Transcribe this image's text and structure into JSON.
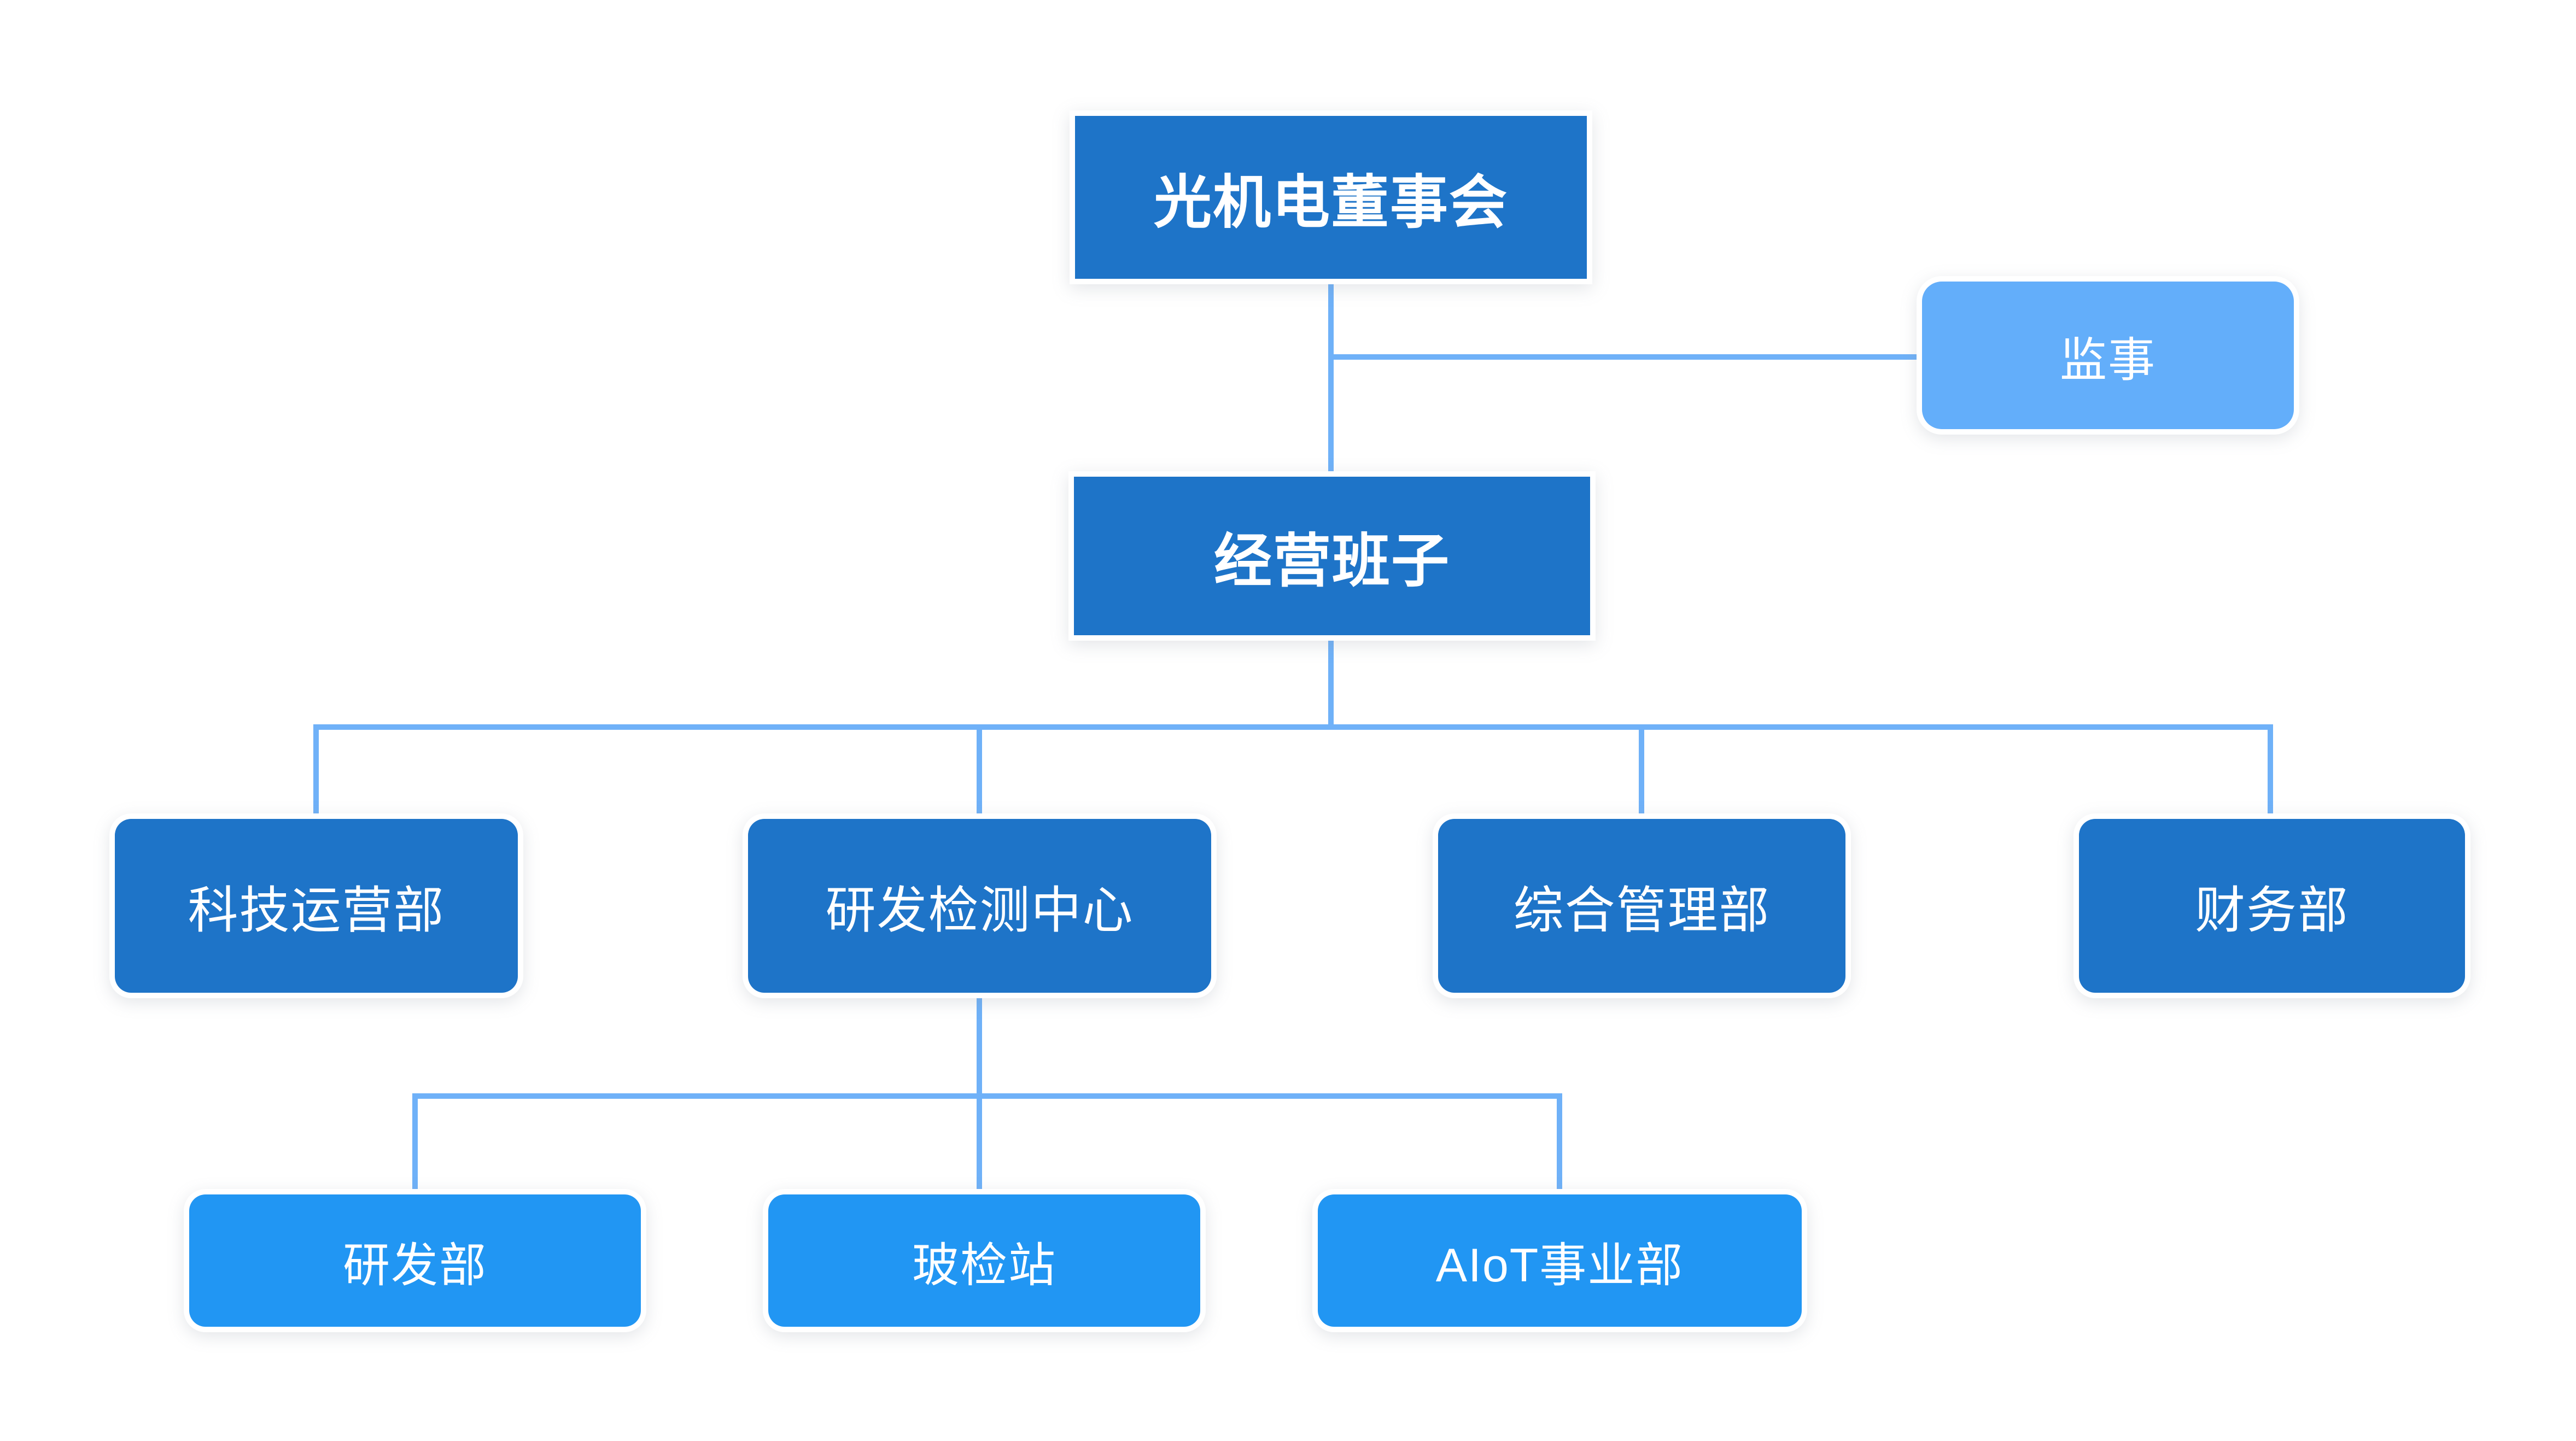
{
  "diagram": {
    "type": "org-chart",
    "title": "",
    "background": "#ffffff",
    "colors": {
      "primary_dark_blue": "#1e74c8",
      "medium_blue": "#2196f3",
      "light_blue": "#63aefa",
      "connector_blue": "#6fb1f8",
      "node_text": "#ffffff",
      "node_halo": "#ffffff"
    },
    "nodes": {
      "board": {
        "label": "光机电董事会",
        "level": 1,
        "style": "dark-bold"
      },
      "supervisor": {
        "label": "监事",
        "level": 1,
        "style": "light"
      },
      "management": {
        "label": "经营班子",
        "level": 2,
        "style": "dark-bold"
      },
      "tech_ops": {
        "label": "科技运营部",
        "level": 3,
        "style": "dark"
      },
      "rd_center": {
        "label": "研发检测中心",
        "level": 3,
        "style": "dark"
      },
      "general_mgmt": {
        "label": "综合管理部",
        "level": 3,
        "style": "dark"
      },
      "finance": {
        "label": "财务部",
        "level": 3,
        "style": "dark"
      },
      "rd_dept": {
        "label": "研发部",
        "level": 4,
        "style": "medium"
      },
      "glass_station": {
        "label": "玻检站",
        "level": 4,
        "style": "medium"
      },
      "aiot": {
        "label": "AIoT事业部",
        "level": 4,
        "style": "medium"
      }
    },
    "edges": [
      {
        "from": "board",
        "to": "supervisor",
        "kind": "side-branch"
      },
      {
        "from": "board",
        "to": "management",
        "kind": "vertical"
      },
      {
        "from": "management",
        "to": "tech_ops",
        "kind": "tree"
      },
      {
        "from": "management",
        "to": "rd_center",
        "kind": "tree"
      },
      {
        "from": "management",
        "to": "general_mgmt",
        "kind": "tree"
      },
      {
        "from": "management",
        "to": "finance",
        "kind": "tree"
      },
      {
        "from": "rd_center",
        "to": "rd_dept",
        "kind": "tree"
      },
      {
        "from": "rd_center",
        "to": "glass_station",
        "kind": "tree"
      },
      {
        "from": "rd_center",
        "to": "aiot",
        "kind": "tree"
      }
    ]
  }
}
